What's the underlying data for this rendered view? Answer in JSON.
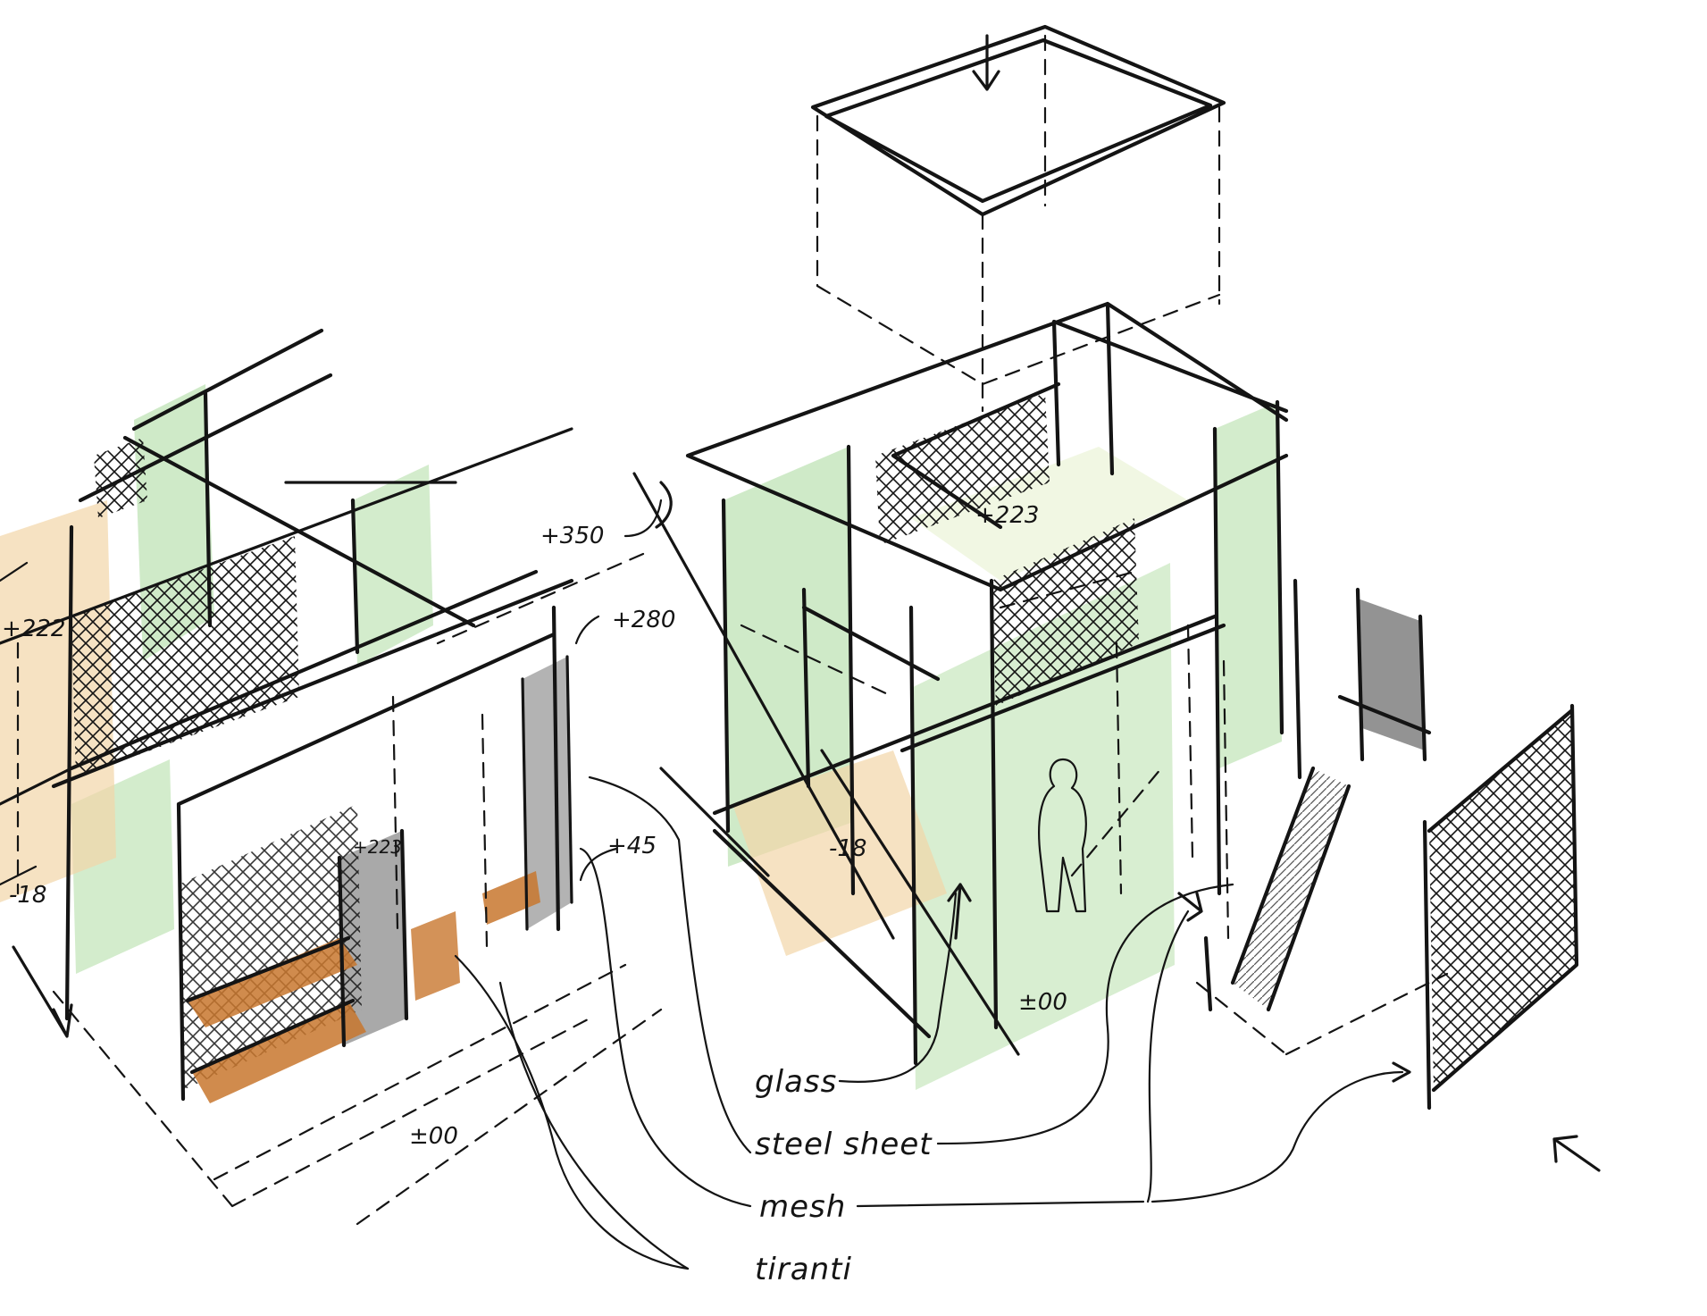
{
  "dimensions": {
    "d_plus350": "+350",
    "d_plus280": "+280",
    "d_plus222": "+222",
    "d_minus18_left": "-18",
    "d_plus223_small": "+223",
    "d_plus45": "+45",
    "d_pm00_left": "±00",
    "d_plus223_right": "+223",
    "d_minus18_right": "-18",
    "d_pm00_right": "±00"
  },
  "legend": {
    "glass": "glass",
    "steel_sheet": "steel sheet",
    "mesh": "mesh",
    "tiranti": "tiranti"
  },
  "colors": {
    "ink": "#141414",
    "glass_green": "#a8d99a",
    "wood_orange": "#c8772e",
    "steel_grey": "#8a8a8a",
    "warm_wash": "#f2d6a8"
  }
}
